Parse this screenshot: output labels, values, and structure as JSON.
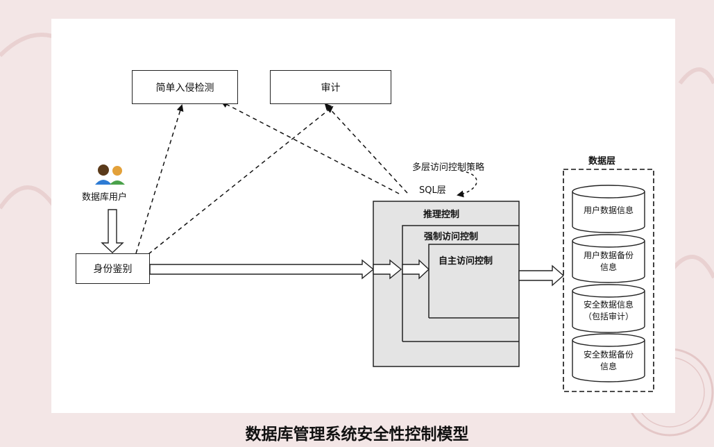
{
  "boxes": {
    "intrusion": "简单入侵检测",
    "audit": "审计",
    "identity": "身份鉴别"
  },
  "user_label": "数据库用户",
  "policy_label": "多层访问控制策略",
  "sql_label": "SQL层",
  "layers": {
    "inference": "推理控制",
    "mandatory": "强制访问控制",
    "discretionary": "自主访问控制"
  },
  "data_layer": {
    "title": "数据层",
    "items": [
      {
        "line1": "用户数据信息",
        "line2": ""
      },
      {
        "line1": "用户数据备份",
        "line2": "信息"
      },
      {
        "line1": "安全数据信息",
        "line2": "（包括审计）"
      },
      {
        "line1": "安全数据备份",
        "line2": "信息"
      }
    ]
  },
  "caption": "数据库管理系统安全性控制模型",
  "colors": {
    "background": "#f3e6e6",
    "layer_fill": "#e4e4e4",
    "line": "#222222"
  },
  "icons": [
    "users-icon",
    "watermark-seal-icon"
  ]
}
